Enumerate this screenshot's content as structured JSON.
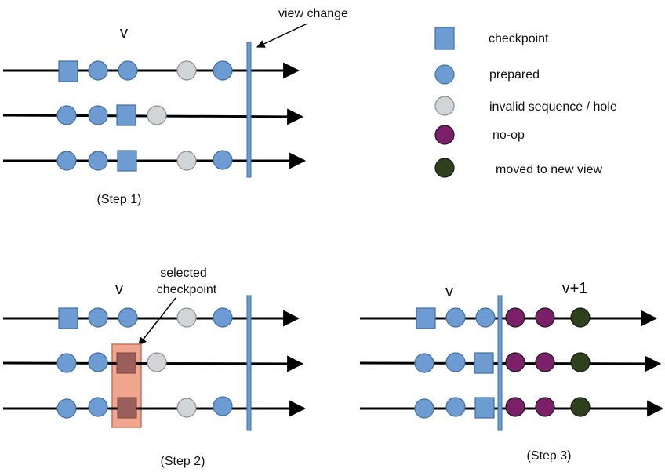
{
  "annotations": {
    "view_change": "view change",
    "selected_checkpoint_line1": "selected",
    "selected_checkpoint_line2": "checkpoint"
  },
  "panels": {
    "step1": {
      "view_label": "v",
      "caption": "(Step 1)"
    },
    "step2": {
      "view_label": "v",
      "caption": "(Step 2)"
    },
    "step3": {
      "view_label": "v",
      "new_view_label": "v+1",
      "caption": "(Step 3)"
    }
  },
  "legend": [
    {
      "shape": "square",
      "label": "checkpoint"
    },
    {
      "shape": "circle",
      "kind": "prepared",
      "label": "prepared"
    },
    {
      "shape": "circle",
      "kind": "hole",
      "label": "invalid sequence / hole"
    },
    {
      "shape": "circle",
      "kind": "noop",
      "label": "no-op"
    },
    {
      "shape": "circle",
      "kind": "moved",
      "label": "moved to new view"
    }
  ],
  "colors": {
    "prepared": "#6d9cd3",
    "prepared_stroke": "#3f6fa8",
    "hole": "#d2d5d8",
    "hole_stroke": "#8c9096",
    "noop": "#7b2068",
    "moved": "#2f401c",
    "dark_stroke": "#1a1a1a",
    "view_bar": "#6d9cd3",
    "selection_fill": "#f0a58e",
    "selection_stroke": "#c8735a",
    "selected_square": "#9a5e5b"
  }
}
